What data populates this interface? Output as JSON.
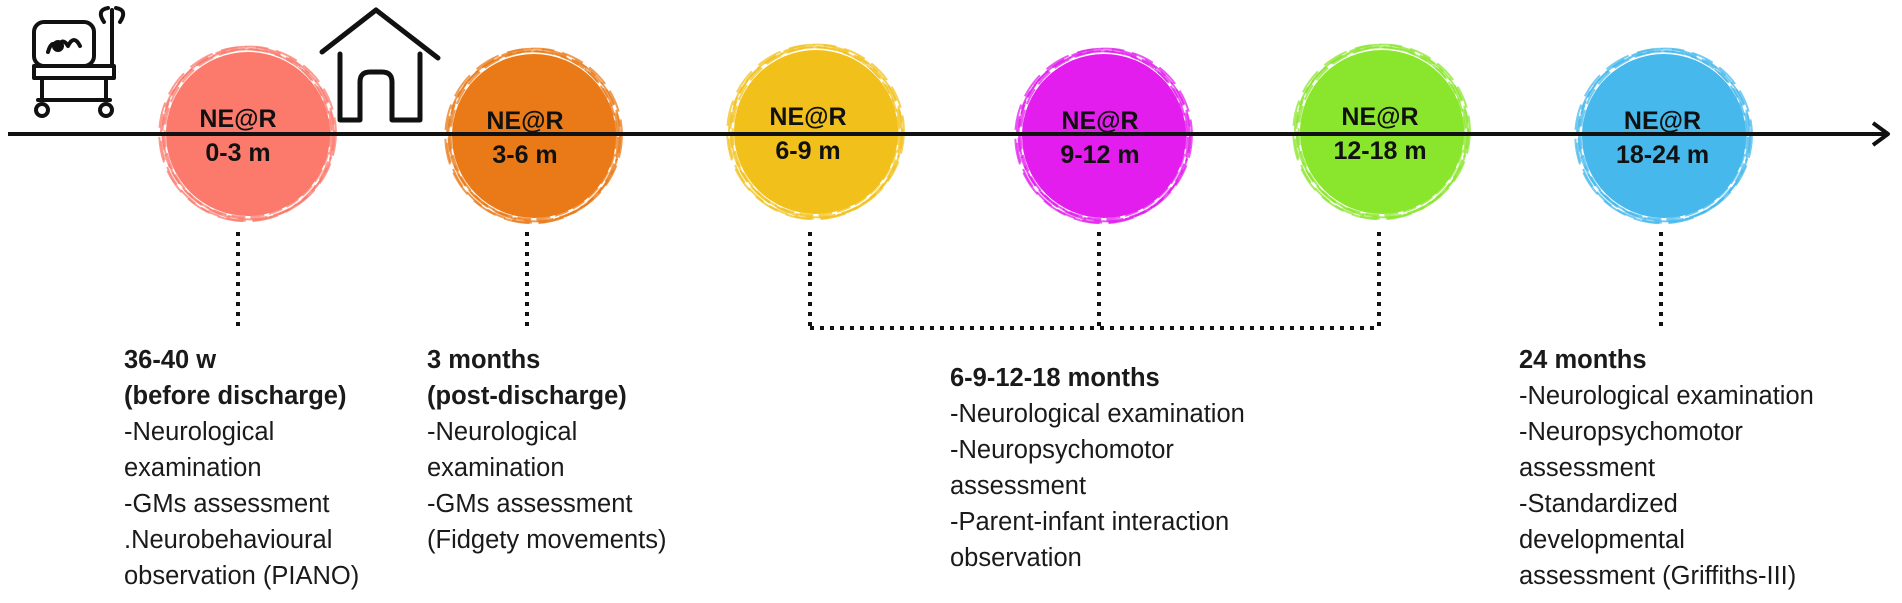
{
  "colors": {
    "axis": "#111111",
    "stages": [
      "#fb7a6c",
      "#ea7a17",
      "#f1c01b",
      "#e21ded",
      "#8ae62c",
      "#46b8ec"
    ]
  },
  "icons": [
    "incubator-icon",
    "house-icon"
  ],
  "stages": [
    {
      "title": "NE@R",
      "range": "0-3 m"
    },
    {
      "title": "NE@R",
      "range": "3-6 m"
    },
    {
      "title": "NE@R",
      "range": "6-9 m"
    },
    {
      "title": "NE@R",
      "range": "9-12 m"
    },
    {
      "title": "NE@R",
      "range": "12-18 m"
    },
    {
      "title": "NE@R",
      "range": "18-24 m"
    }
  ],
  "assessments": [
    {
      "heading": [
        "36-40 w",
        "(before discharge)"
      ],
      "items": [
        "-Neurological",
        "examination",
        "-GMs assessment",
        ".Neurobehavioural",
        "observation (PIANO)"
      ]
    },
    {
      "heading": [
        "3 months",
        "(post-discharge)"
      ],
      "items": [
        "-Neurological",
        "examination",
        "-GMs assessment",
        "(Fidgety movements)"
      ]
    },
    {
      "heading": [
        "6-9-12-18 months"
      ],
      "items": [
        "-Neurological examination",
        "-Neuropsychomotor",
        "assessment",
        "-Parent-infant interaction",
        "observation"
      ]
    },
    {
      "heading": [
        "24 months"
      ],
      "items": [
        "-Neurological examination",
        "-Neuropsychomotor",
        "assessment",
        "-Standardized",
        "developmental",
        "assessment (Griffiths-III)"
      ]
    }
  ]
}
